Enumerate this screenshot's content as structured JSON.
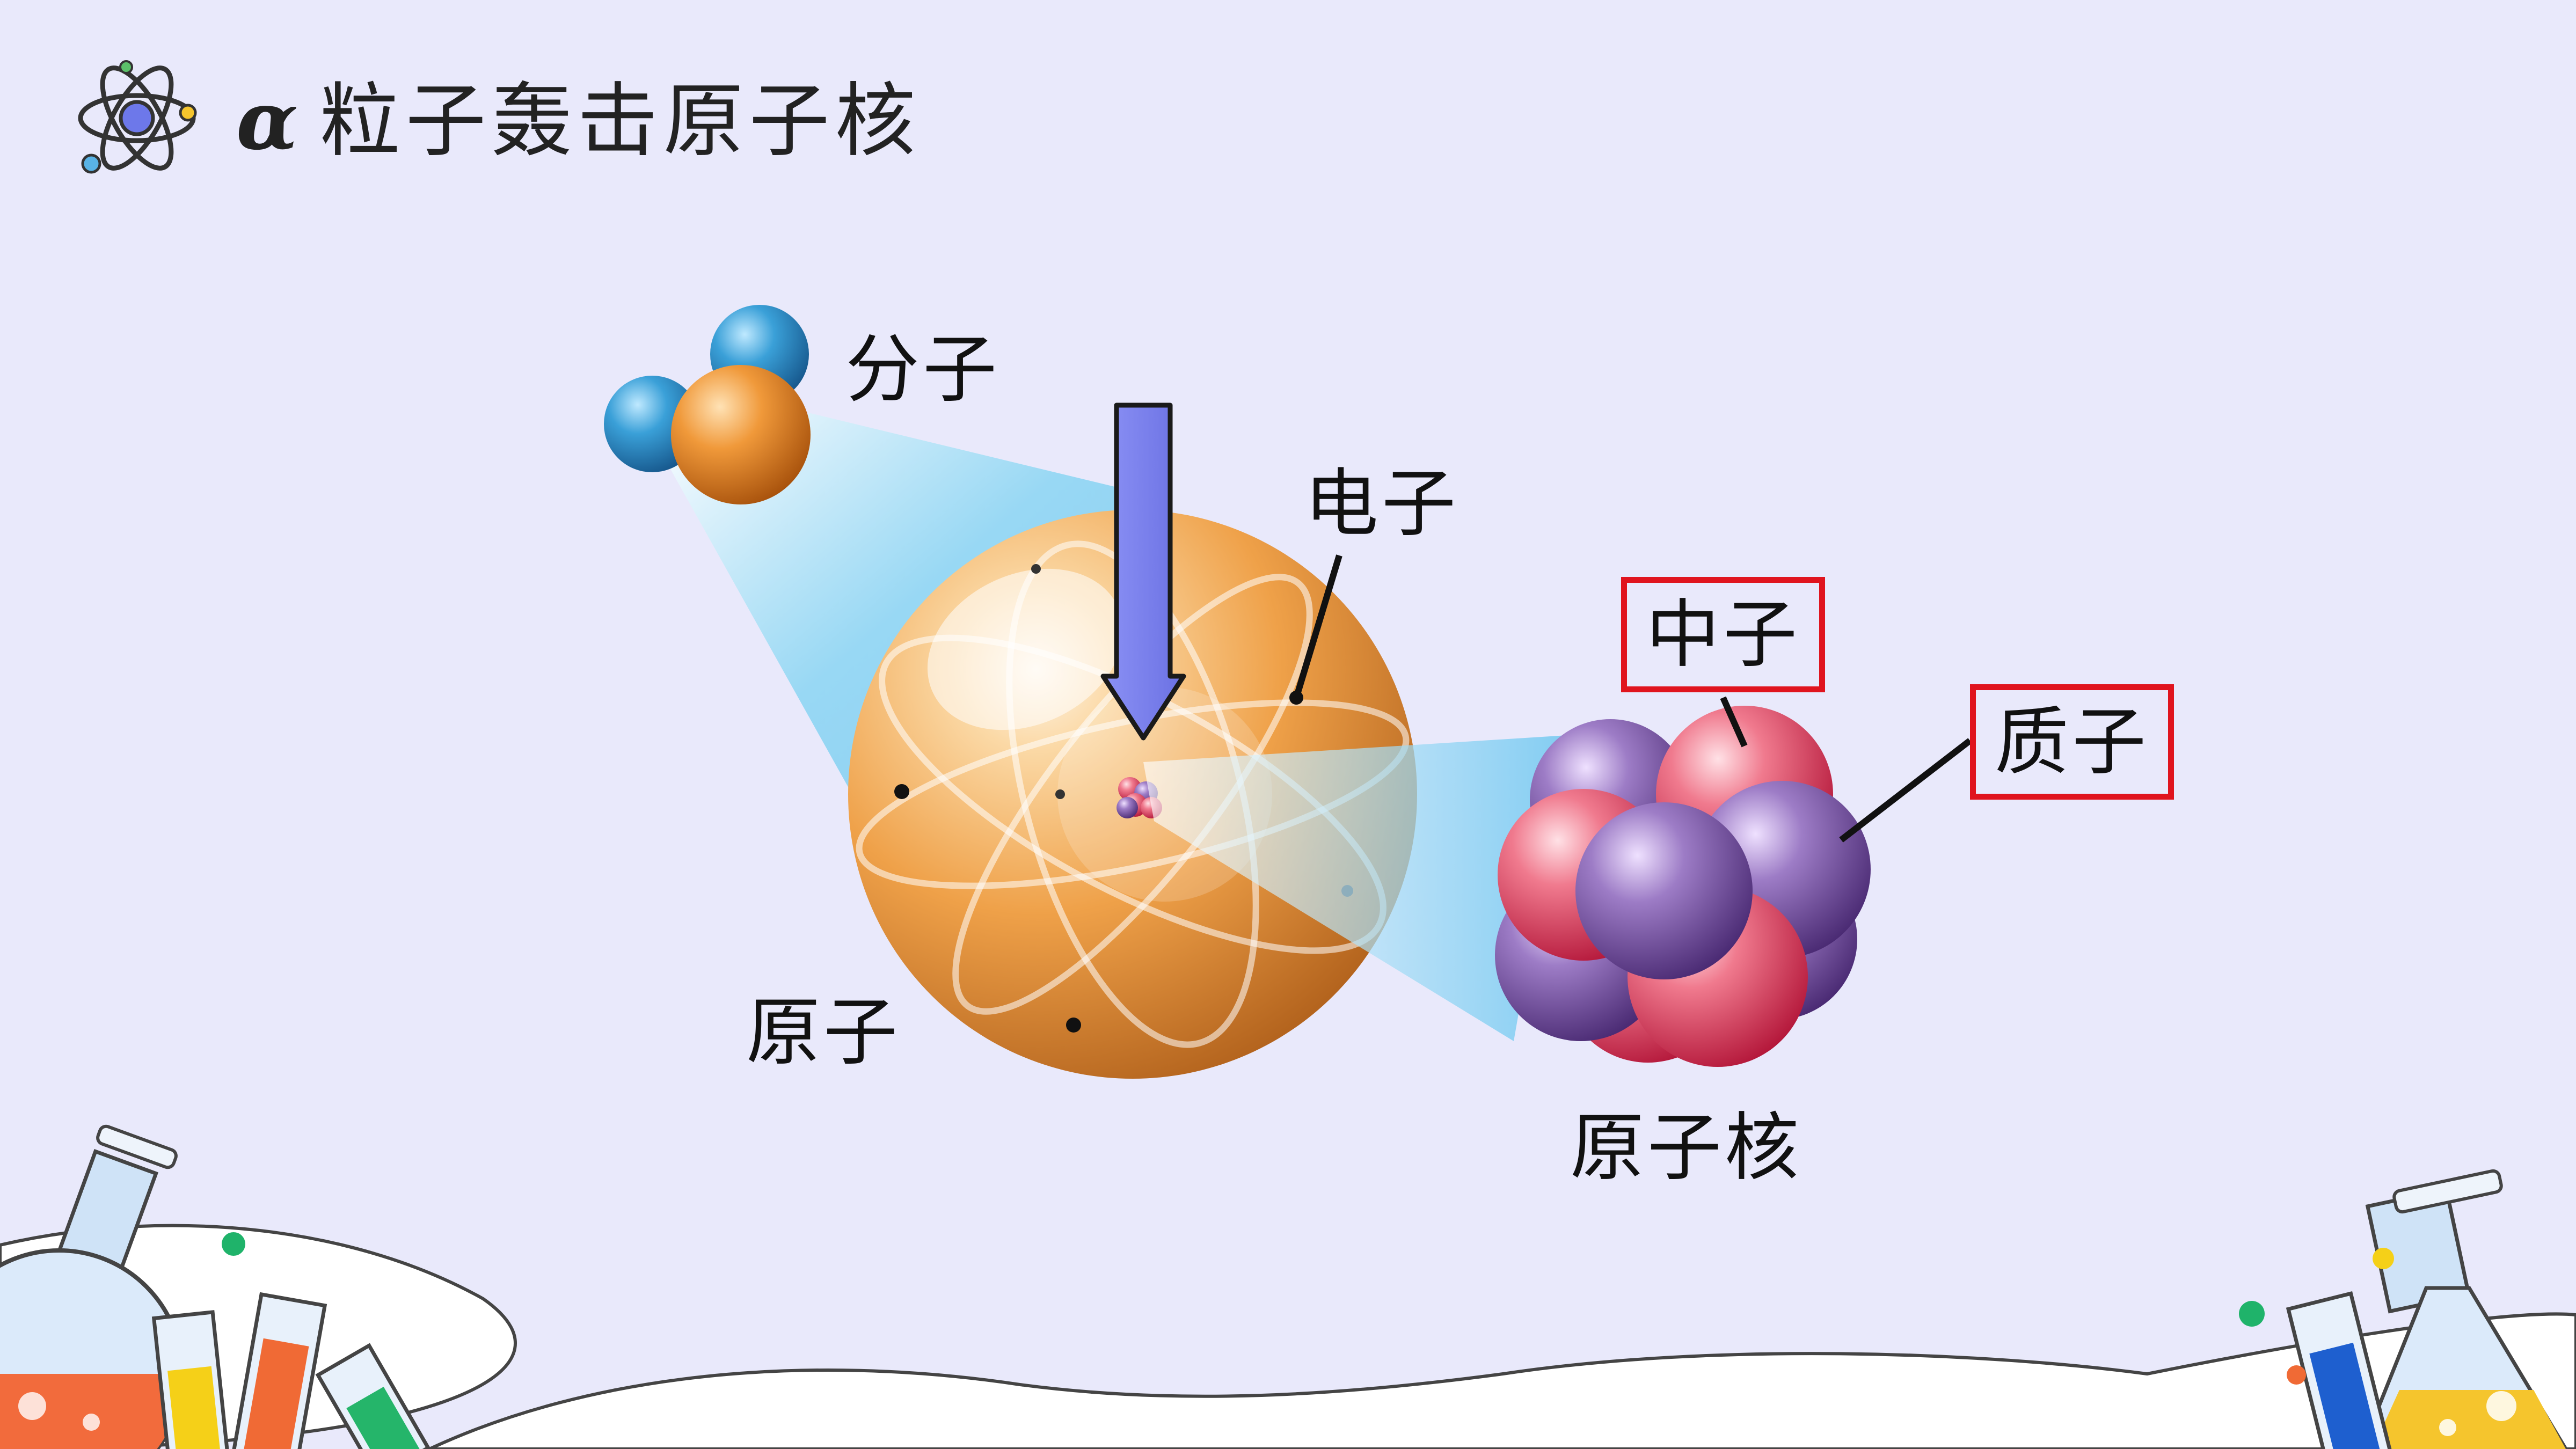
{
  "title": {
    "symbol": "α",
    "text": "粒子轰击原子核"
  },
  "labels": {
    "molecule": "分子",
    "electron": "电子",
    "atom": "原子",
    "neutron": "中子",
    "proton": "质子",
    "nucleus": "原子核"
  },
  "colors": {
    "background": "#e9e9fb",
    "highlight_box": "#e0141e",
    "arrow": "#7a80ee",
    "atom": "#f0a24a",
    "proton": "#e23d5a",
    "neutron": "#7a4f9e",
    "molecule_blue": "#2f8ccb",
    "molecule_orange": "#e0861c"
  },
  "icons": {
    "logo": "atom-icon",
    "arrow": "down-arrow-icon",
    "decorations": [
      "flask-icon",
      "test-tube-icon"
    ]
  }
}
